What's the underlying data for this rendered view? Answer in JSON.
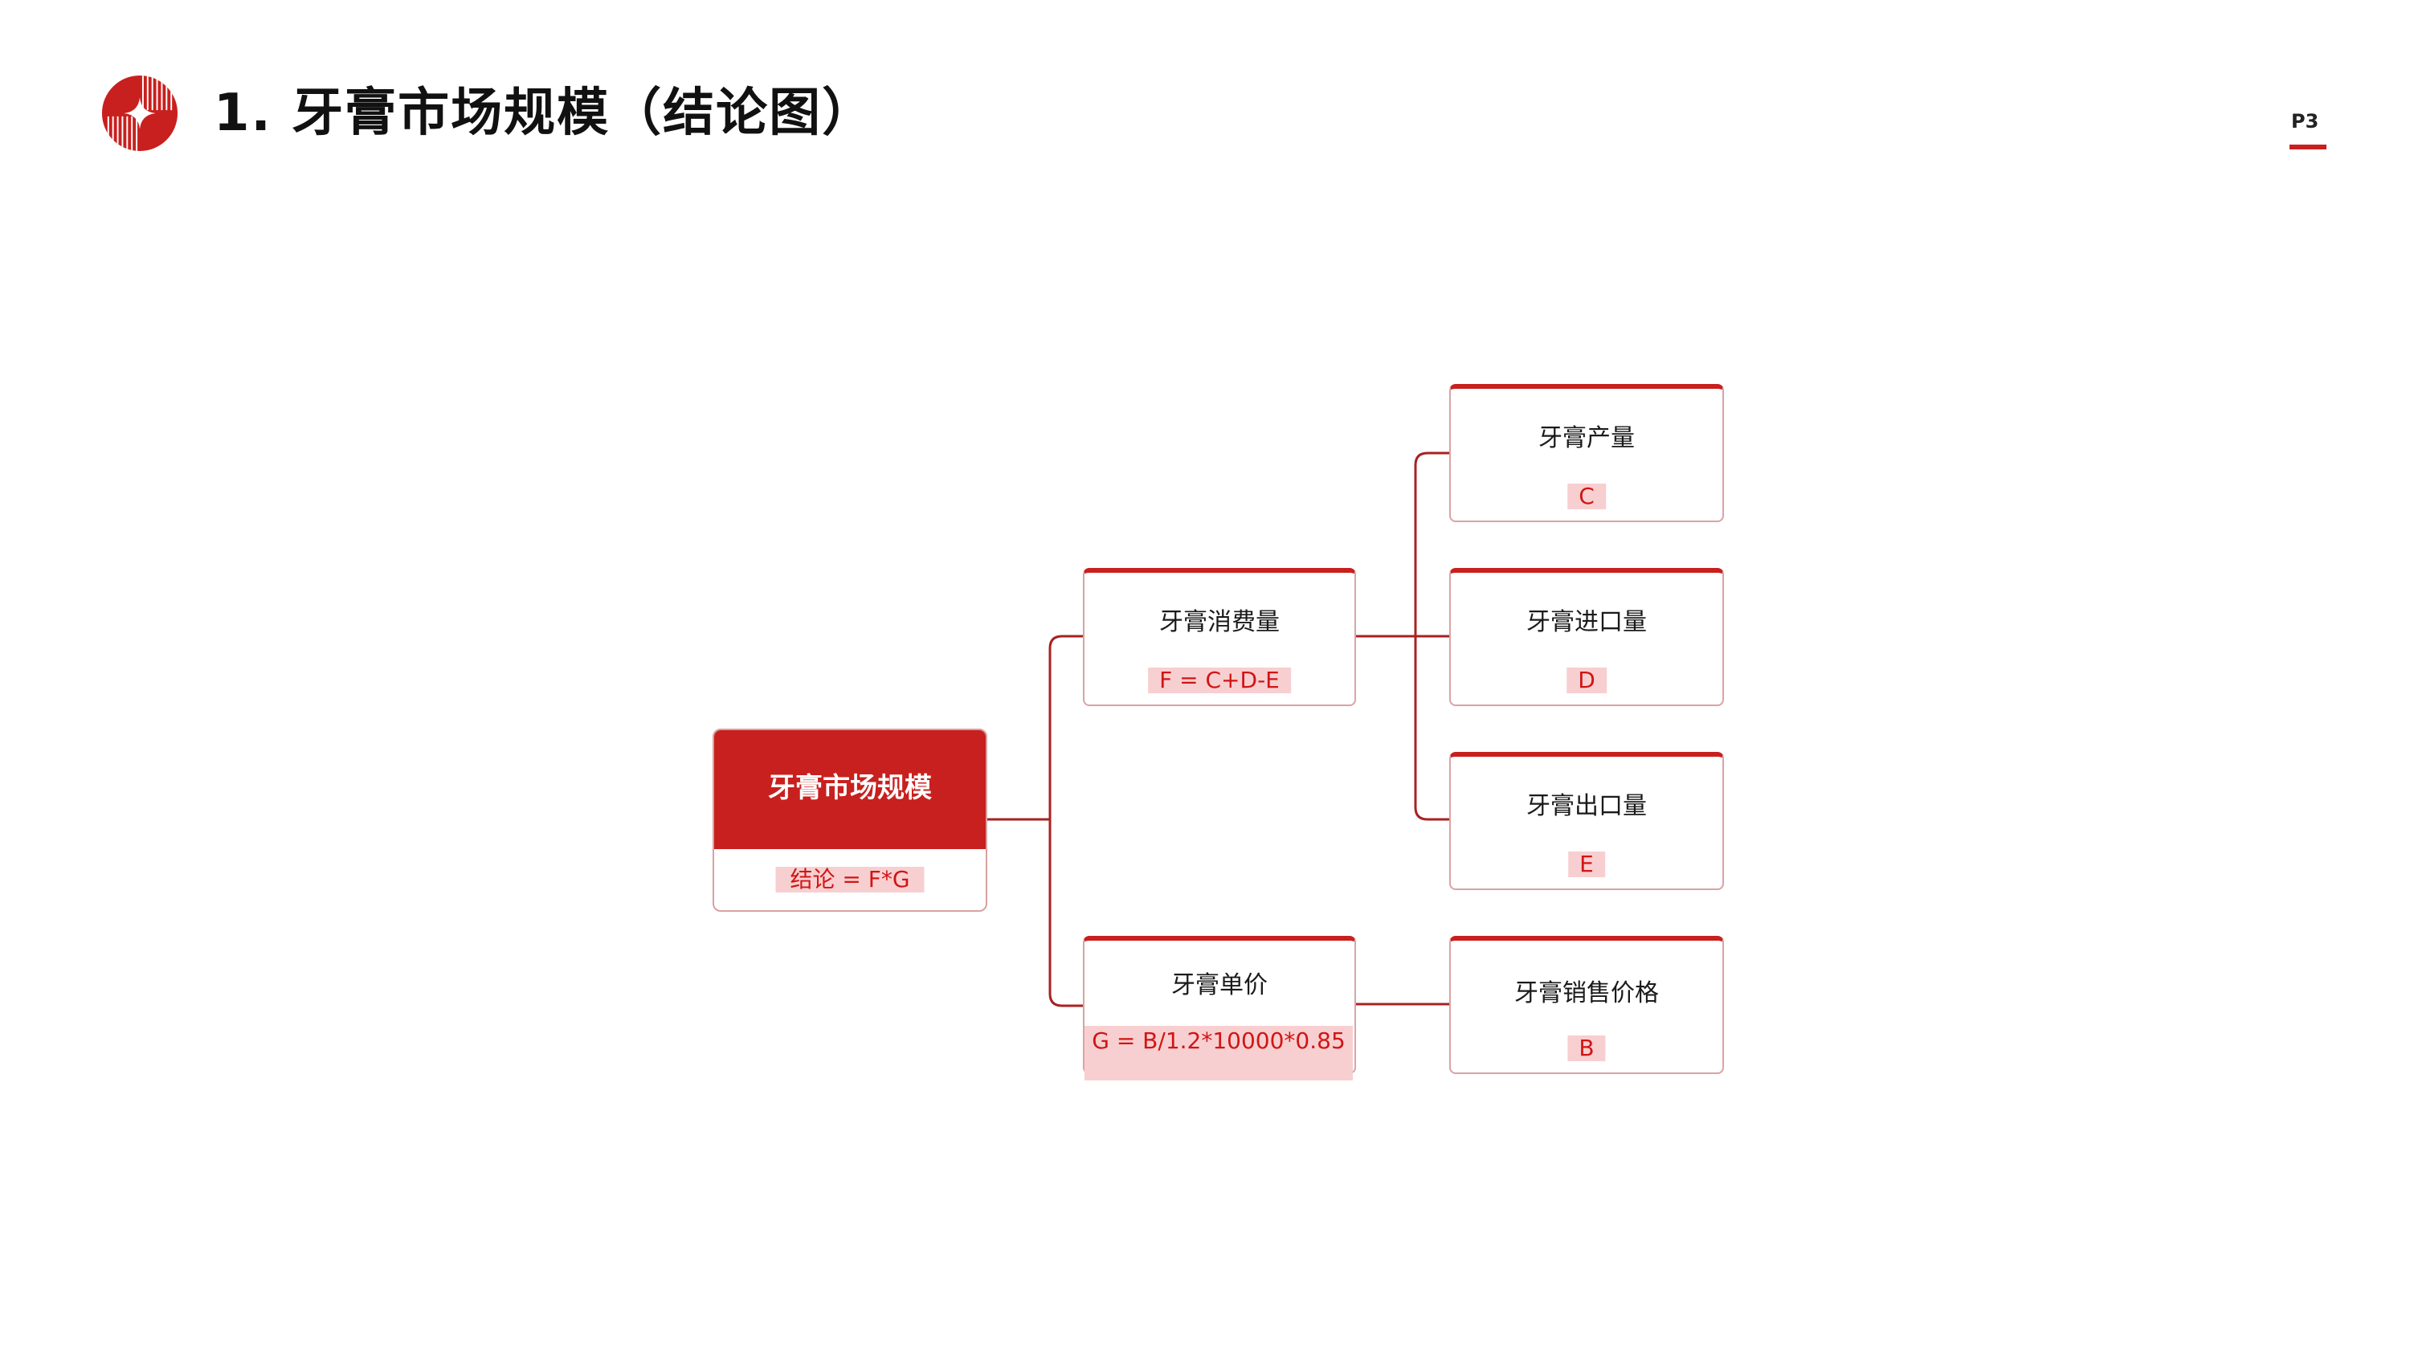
{
  "header": {
    "title": "1.  牙膏市场规模（结论图）",
    "page_number": "P3"
  },
  "colors": {
    "accent": "#c8201e",
    "formula_bg": "#f8cfd0",
    "formula_text": "#d01515",
    "border": "#d9a3a3"
  },
  "diagram": {
    "root": {
      "title": "牙膏市场规模",
      "formula": "结论 = F*G"
    },
    "consumption": {
      "title": "牙膏消费量",
      "formula": "F = C+D-E"
    },
    "unit_price": {
      "title": "牙膏单价",
      "formula": "G = B/1.2*10000*0.85"
    },
    "production": {
      "title": "牙膏产量",
      "formula": "C"
    },
    "import": {
      "title": "牙膏进口量",
      "formula": "D"
    },
    "export": {
      "title": "牙膏出口量",
      "formula": "E"
    },
    "sale_price": {
      "title": "牙膏销售价格",
      "formula": "B"
    }
  }
}
